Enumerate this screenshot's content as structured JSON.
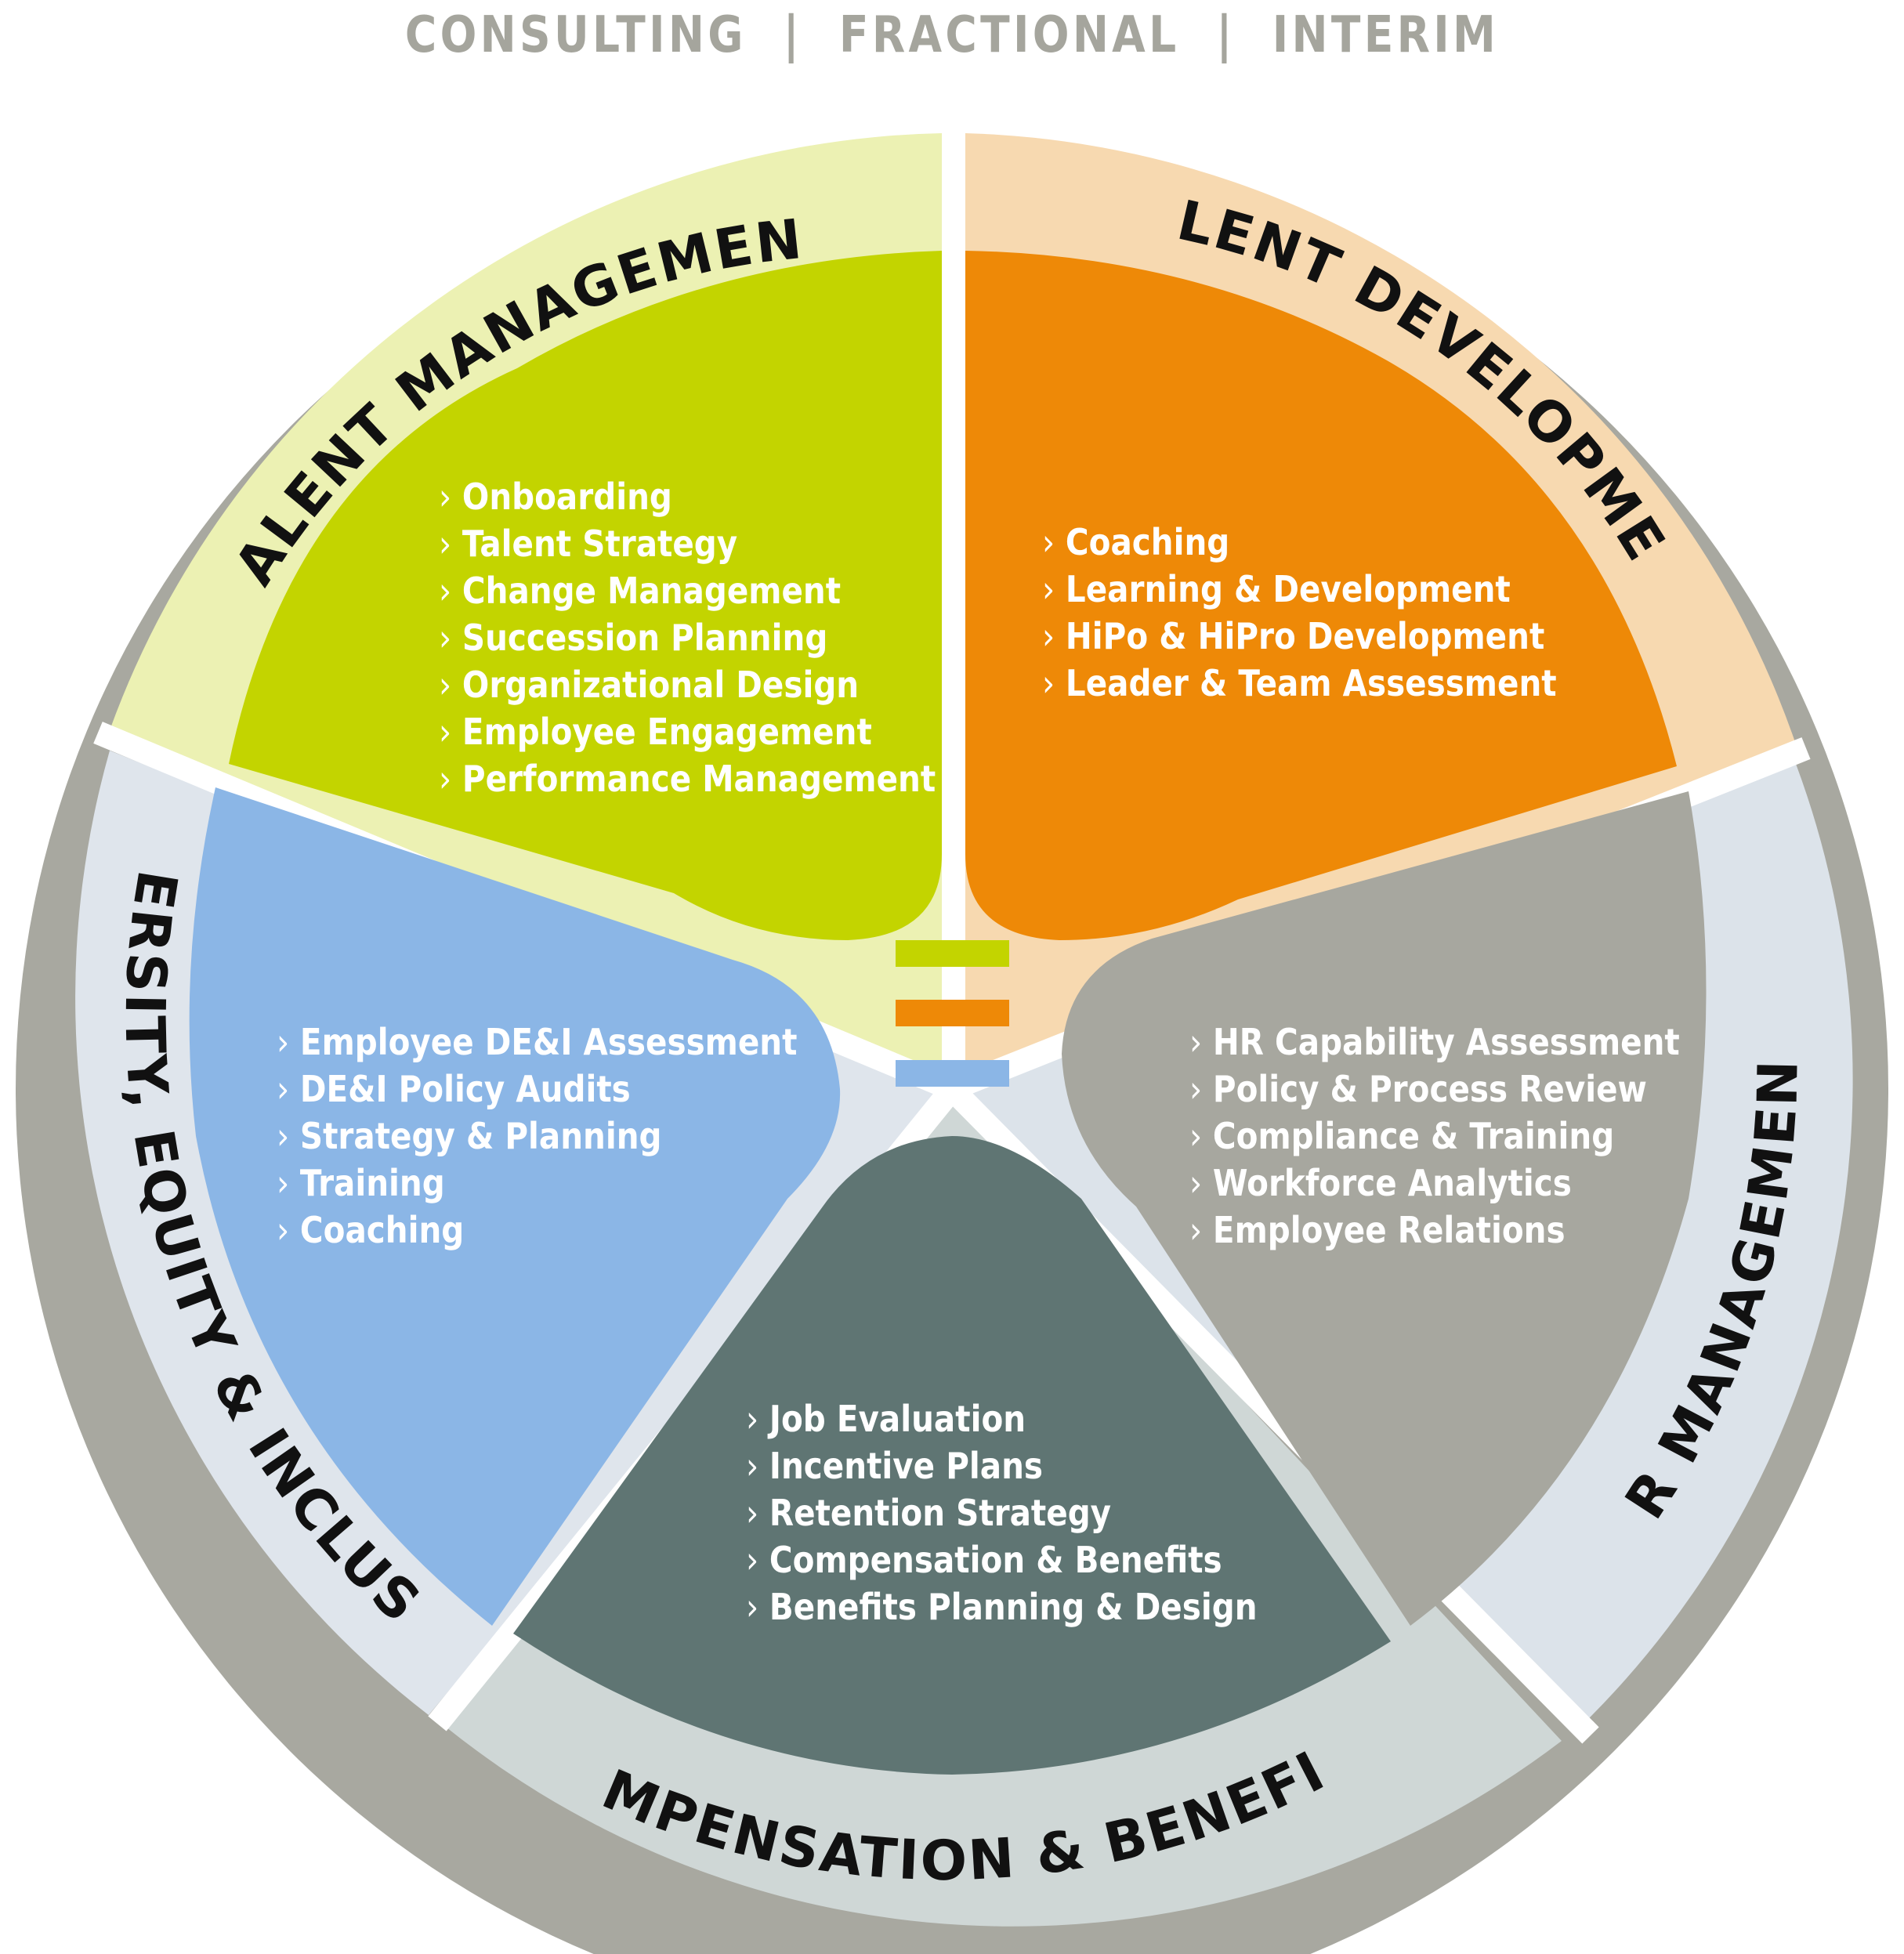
{
  "tagline": "CONSULTING  |  FRACTIONAL  |  INTERIM",
  "colors": {
    "outer_ring": "#a8a8a0",
    "talent_management": "#c3d400",
    "talent_development": "#ee8907",
    "hr_management": "#a7a79f",
    "compensation": "#5f7573",
    "diversity": "#8bb6e6"
  },
  "segments": {
    "talent_management": {
      "title": "TALENT MANAGEMENT",
      "items": [
        "Onboarding",
        "Talent Strategy",
        "Change Management",
        "Succession Planning",
        "Organizational Design",
        "Employee Engagement",
        "Performance Management"
      ]
    },
    "talent_development": {
      "title": "TALENT DEVELOPMENT",
      "items": [
        "Coaching",
        "Learning & Development",
        "HiPo & HiPro Development",
        "Leader & Team Assessment"
      ]
    },
    "hr_management": {
      "title": "HR MANAGEMENT",
      "items": [
        "HR Capability Assessment",
        "Policy & Process Review",
        "Compliance & Training",
        "Workforce Analytics",
        "Employee Relations"
      ]
    },
    "compensation": {
      "title": "COMPENSATION & BENEFITS",
      "items": [
        "Job Evaluation",
        "Incentive Plans",
        "Retention Strategy",
        "Compensation & Benefits",
        "Benefits Planning & Design"
      ]
    },
    "diversity": {
      "title": "DIVERSITY, EQUITY & INCLUSION",
      "items": [
        "Employee DE&I Assessment",
        "DE&I Policy Audits",
        "Strategy & Planning",
        "Training",
        "Coaching"
      ]
    }
  },
  "center_logo": {
    "bars": [
      "#c3d400",
      "#ee8907",
      "#8bb6e6"
    ]
  }
}
